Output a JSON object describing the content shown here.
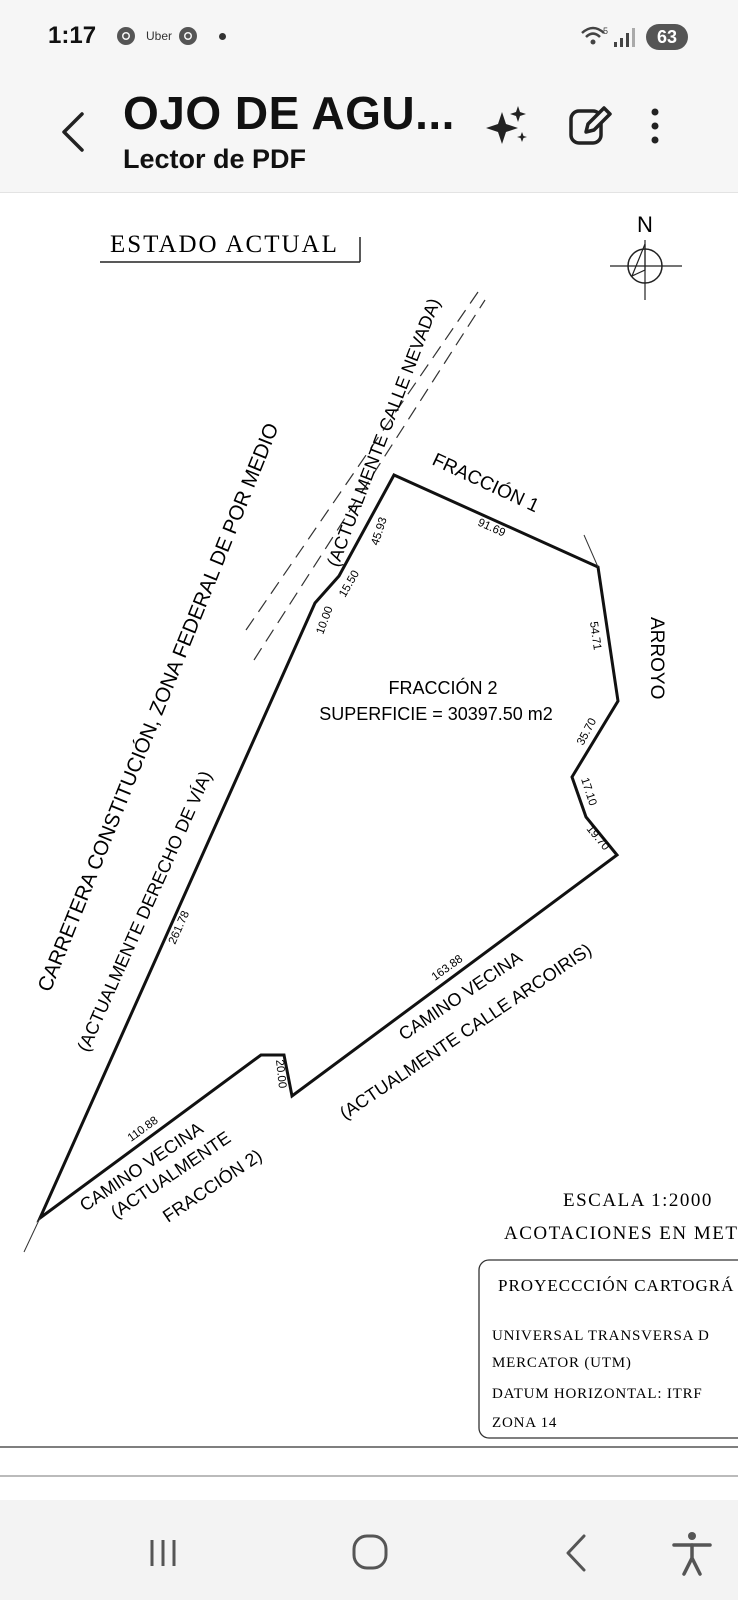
{
  "status_bar": {
    "time": "1:17",
    "notification_labels": [
      "Uber"
    ],
    "battery": "63",
    "icons": [
      "chrome-icon",
      "uber-icon",
      "chrome-icon",
      "dot-icon",
      "wifi-icon",
      "signal-icon"
    ]
  },
  "app_bar": {
    "title": "OJO DE AGU...",
    "subtitle": "Lector de PDF",
    "icons": [
      "back-arrow-icon",
      "sparkle-icon",
      "edit-icon",
      "more-vert-icon"
    ]
  },
  "document": {
    "heading": "ESTADO ACTUAL",
    "north_label": "N",
    "center_label": "FRACCIÓN 2",
    "area_label": "SUPERFICIE = 30397.50 m2",
    "boundaries": {
      "north": "FRACCIÓN 1",
      "east": "ARROYO",
      "road_top_1": "(ACTUALMENTE CALLE NEVADA)",
      "highway_1": "CARRETERA CONSTITUCIÓN, ZONA FEDERAL DE POR MEDIO",
      "highway_2": "(ACTUALMENTE DERECHO DE VÍA)",
      "south_1": "CAMINO VECINA",
      "south_2": "(ACTUALMENTE CALLE ARCOIRIS)",
      "sw_1": "CAMINO VECINA",
      "sw_2": "(ACTUALMENTE",
      "sw_3": "FRACCIÓN 2)"
    },
    "dimensions": {
      "d1": "91.69",
      "d2": "54.71",
      "d3": "35.70",
      "d4": "17.10",
      "d5": "19.70",
      "d6": "163.88",
      "d7": "20.00",
      "d8": "110.88",
      "d9": "261.78",
      "d10": "10.00",
      "d11": "15.50",
      "d12": "45.93"
    },
    "scale": "ESCALA 1:2000",
    "units": "ACOTACIONES EN MET",
    "projection": {
      "title": "PROYECCCIÓN CARTOGRÁ",
      "line1": "UNIVERSAL TRANSVERSA D",
      "line2": "MERCATOR (UTM)",
      "line3": "DATUM HORIZONTAL: ITRF",
      "line4": "ZONA 14"
    }
  },
  "nav_bar": {
    "icons": [
      "recents-icon",
      "home-icon",
      "back-icon",
      "accessibility-icon"
    ]
  }
}
